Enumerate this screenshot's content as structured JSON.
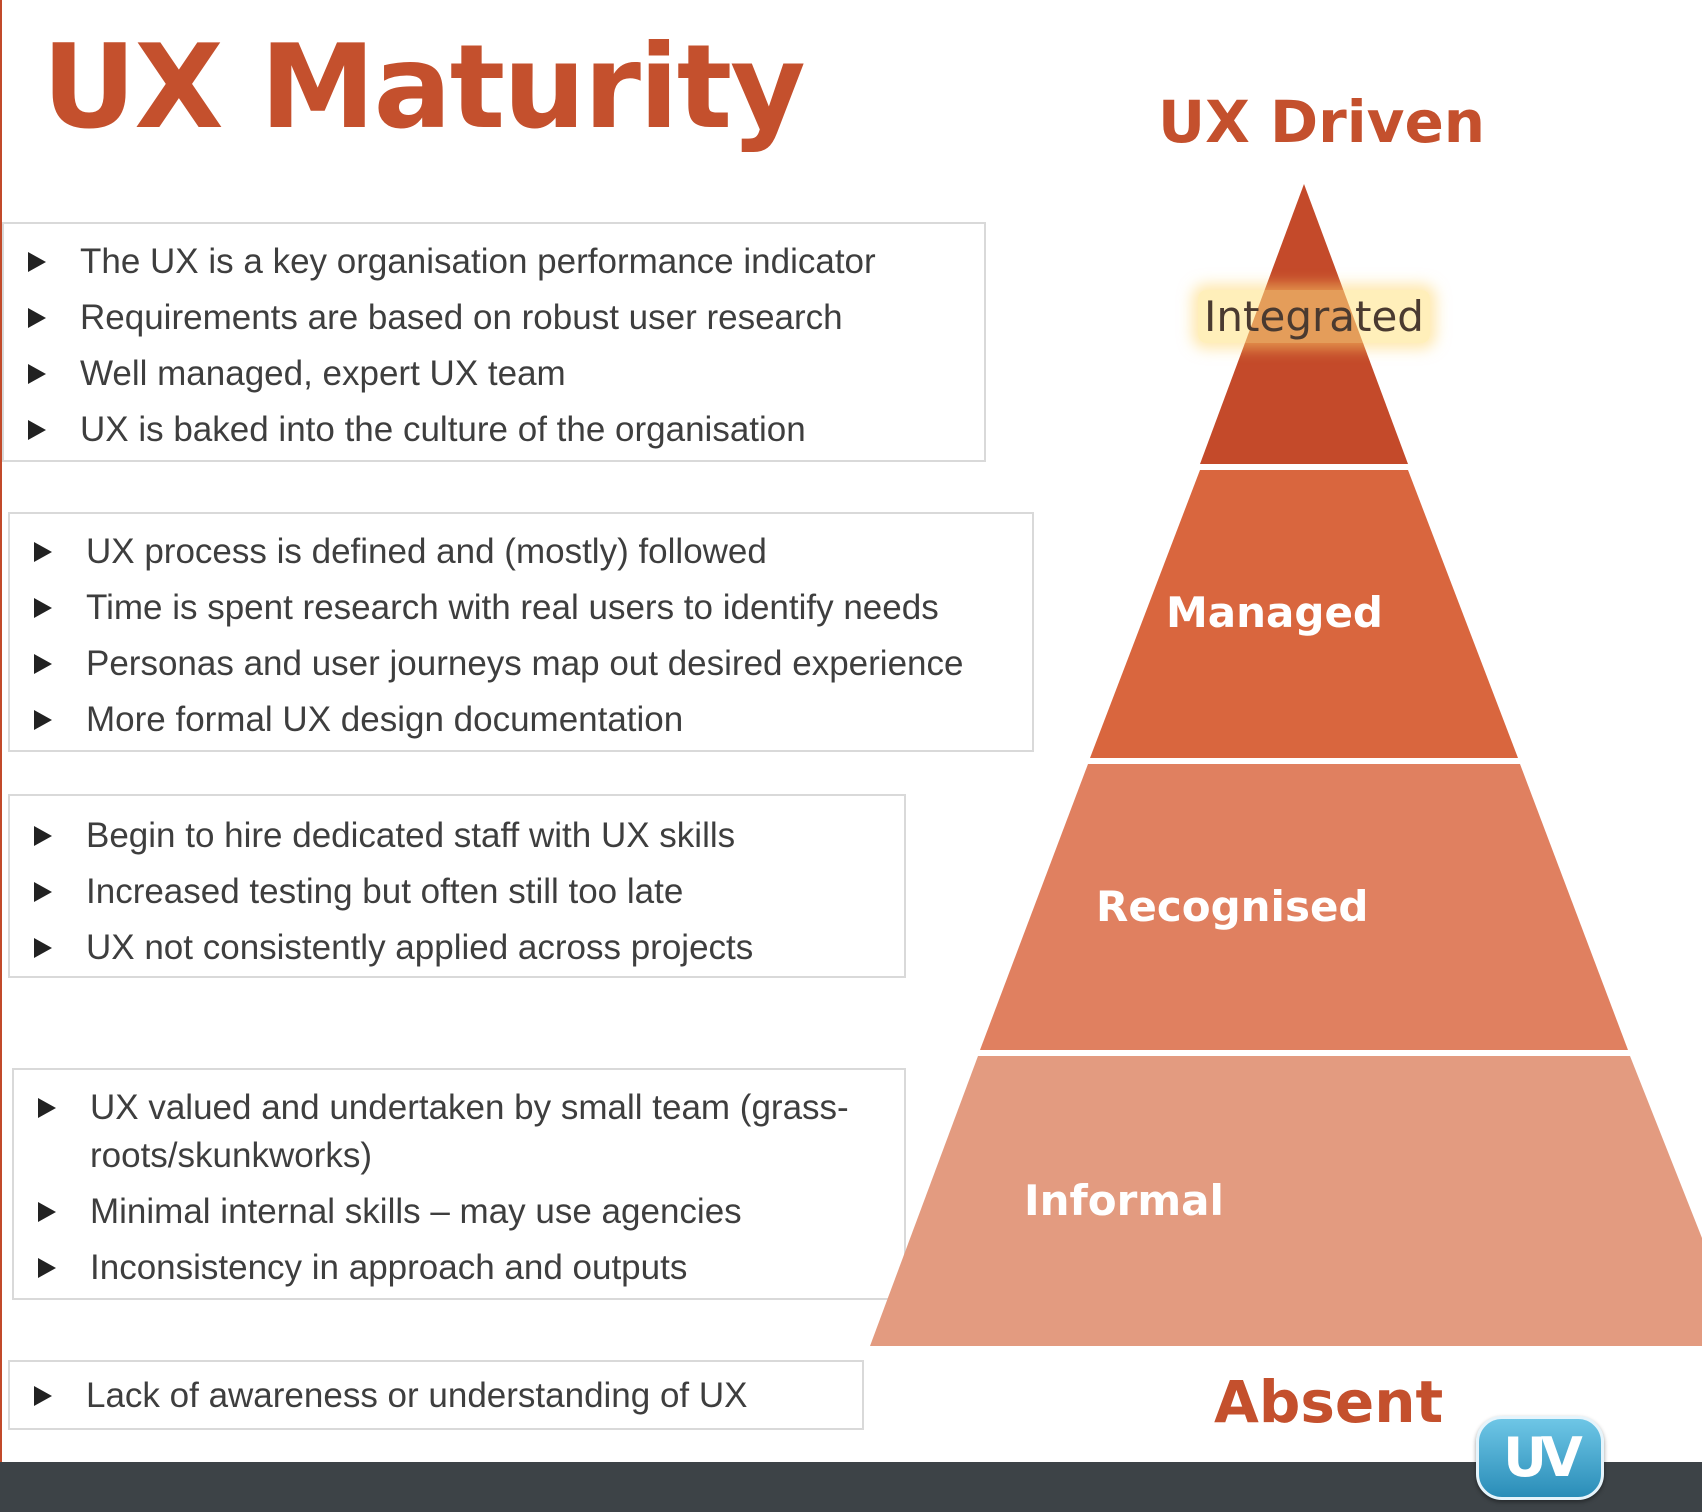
{
  "title": "UX Maturity",
  "top_label": "UX Driven",
  "bottom_label": "Absent",
  "logo_text": "UV",
  "colors": {
    "accent": "#c4502d",
    "tier_integrated": "#c44a2a",
    "tier_managed": "#d9663e",
    "tier_recognised": "#e08060",
    "tier_informal": "#e39b80",
    "footer": "#3d4347"
  },
  "tiers": [
    {
      "label": "Integrated"
    },
    {
      "label": "Managed"
    },
    {
      "label": "Recognised"
    },
    {
      "label": "Informal"
    }
  ],
  "boxes": [
    {
      "items": [
        "The UX is a key organisation performance indicator",
        "Requirements are based on robust user research",
        "Well managed, expert UX team",
        "UX is baked into the culture of the organisation"
      ]
    },
    {
      "items": [
        "UX process is defined and (mostly) followed",
        "Time is spent research with real users to identify needs",
        "Personas and user journeys map out desired experience",
        "More formal UX design documentation"
      ]
    },
    {
      "items": [
        "Begin to hire dedicated staff with UX skills",
        "Increased testing but often still too late",
        "UX not consistently applied across projects"
      ]
    },
    {
      "items": [
        "UX valued and undertaken by small team (grass-roots/skunkworks)",
        "Minimal internal skills – may use agencies",
        "Inconsistency in approach and outputs"
      ]
    },
    {
      "items": [
        "Lack of awareness or understanding of UX"
      ]
    }
  ]
}
